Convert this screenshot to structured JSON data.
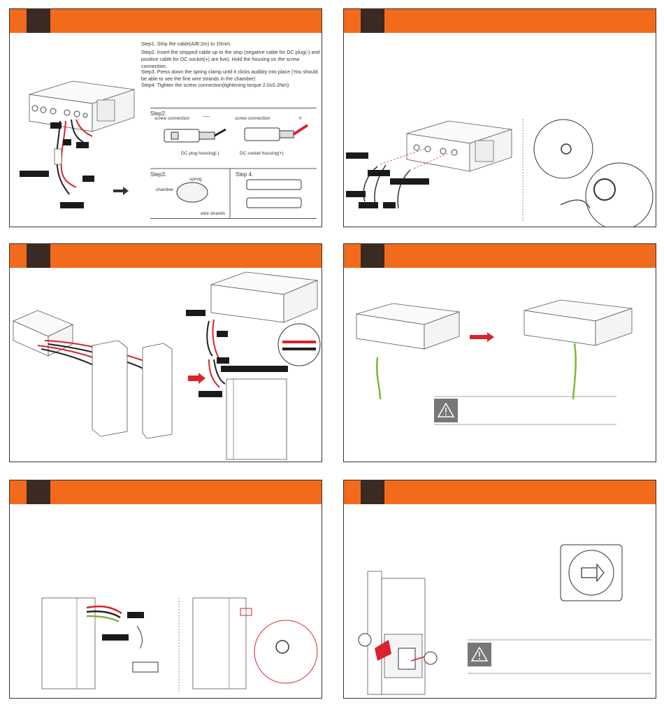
{
  "panel1": {
    "steps": [
      {
        "head": "Step1.",
        "text": "Strip the cable(A/B:2m) to 15mm."
      },
      {
        "head": "Step2.",
        "text": "Insert the stripped cable up to the stop (negative cable for DC plug(-) and positive cable for DC socket(+) are live). Hold the housing on the screw connection."
      },
      {
        "head": "Step3.",
        "text": "Press down the spring clamp until it clicks audibly into place (You should be able to see the fine wire strands in the chamber)"
      },
      {
        "head": "Step4.",
        "text": "Tighten the screw connection(tightening torque 2.0±0.2Nm)"
      }
    ],
    "step2_title": "Step2.",
    "step3_title": "Step3.",
    "step4_title": "Step 4.",
    "screw_connection_left": "screw connection",
    "screw_connection_right": "screw connection",
    "minus_sign": "—",
    "plus_sign": "+",
    "dc_plug": "DC plug housing(-)",
    "dc_socket": "DC socket housing(+)",
    "spring": "spring",
    "chamber": "chamber",
    "wire_strands": "wire strands"
  },
  "colors": {
    "accent": "#f26a1b",
    "badge": "#3a2a22",
    "red_cable": "#d9232d",
    "green_cable": "#7bb83a"
  }
}
